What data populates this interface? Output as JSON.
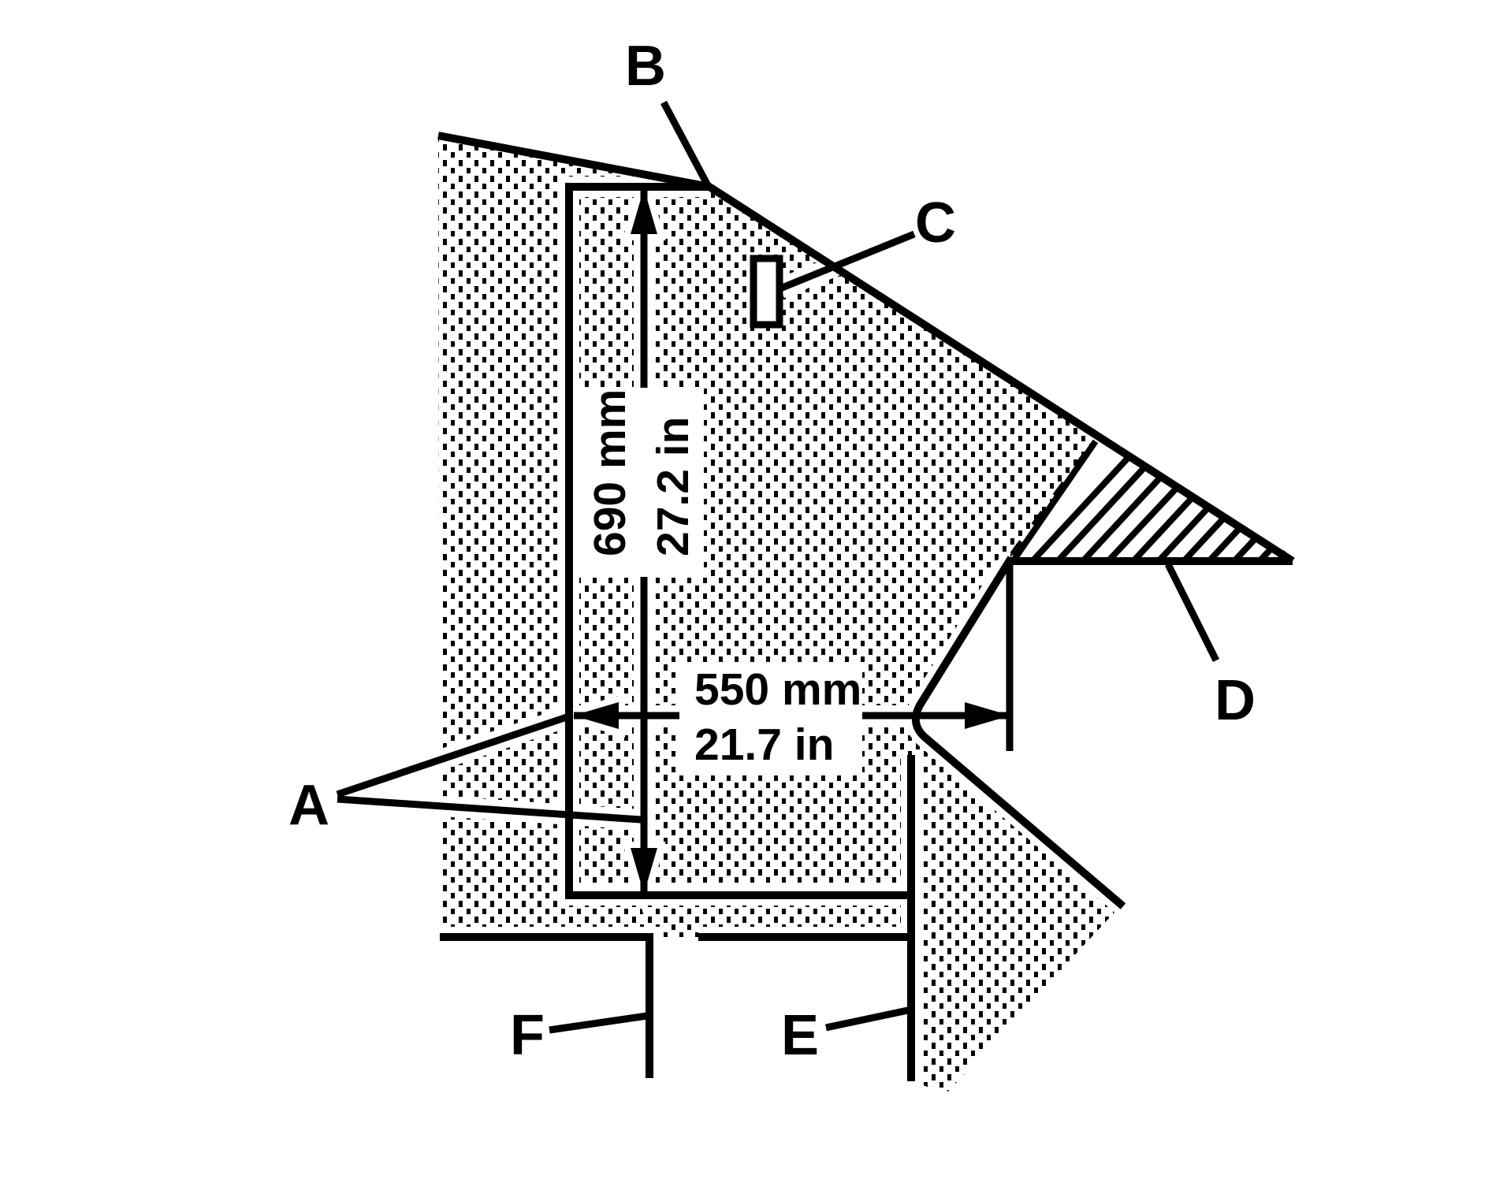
{
  "diagram": {
    "background": "#ffffff",
    "ink": "#000000",
    "kind": "technical cross-section diagram with callouts and dimensions",
    "callouts": [
      {
        "id": "A",
        "text": "A"
      },
      {
        "id": "B",
        "text": "B"
      },
      {
        "id": "C",
        "text": "C"
      },
      {
        "id": "D",
        "text": "D"
      },
      {
        "id": "E",
        "text": "E"
      },
      {
        "id": "F",
        "text": "F"
      }
    ],
    "dimensions": {
      "vertical": {
        "mm": "690 mm",
        "inch": "27.2 in"
      },
      "horizontal": {
        "mm": "550 mm",
        "inch": "21.7 in"
      }
    }
  }
}
